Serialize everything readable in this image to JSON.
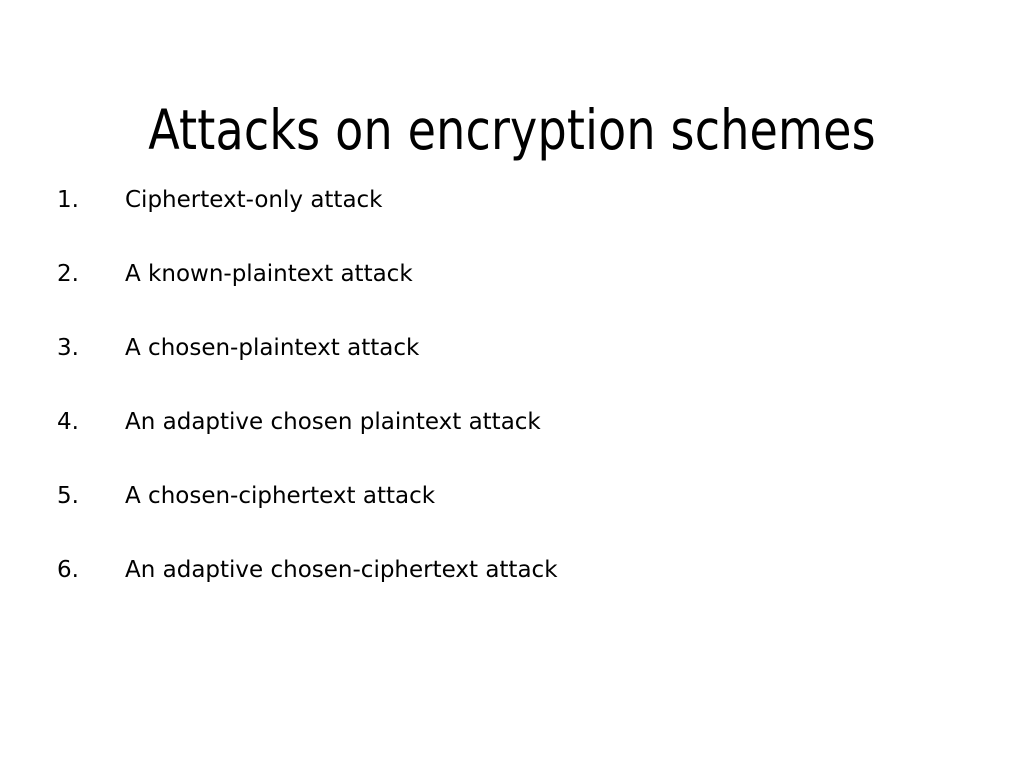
{
  "slide": {
    "title": "Attacks on encryption schemes",
    "background_color": "#ffffff",
    "text_color": "#000000",
    "items": [
      {
        "number": "1.",
        "text": "Ciphertext-only attack"
      },
      {
        "number": "2.",
        "text": "A known-plaintext attack"
      },
      {
        "number": "3.",
        "text": "A chosen-plaintext attack"
      },
      {
        "number": "4.",
        "text": "An adaptive chosen plaintext attack"
      },
      {
        "number": "5.",
        "text": "A chosen-ciphertext attack"
      },
      {
        "number": "6.",
        "text": "An adaptive chosen-ciphertext attack"
      }
    ]
  }
}
